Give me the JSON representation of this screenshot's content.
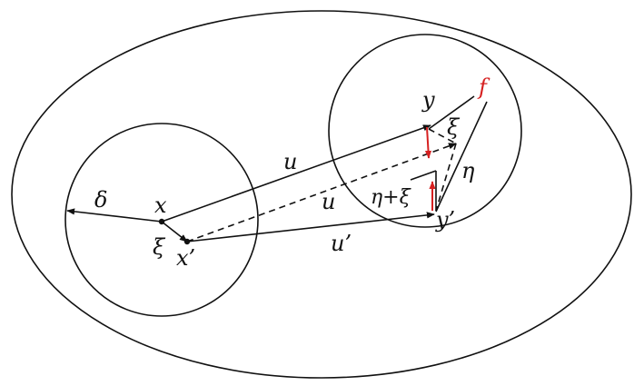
{
  "colors": {
    "ink": "#111111",
    "accent": "#d62020",
    "background": "#ffffff"
  },
  "labels": {
    "delta": "δ",
    "x": "x",
    "xi_left": "ξ",
    "x_prime": "x’",
    "u_top": "u",
    "u_mid": "u",
    "u_prime": "u’",
    "y": "y",
    "f": "f",
    "xi_right": "ξ",
    "eta": "η",
    "eta_plus_xi": "η+ξ",
    "y_prime": "y’"
  }
}
